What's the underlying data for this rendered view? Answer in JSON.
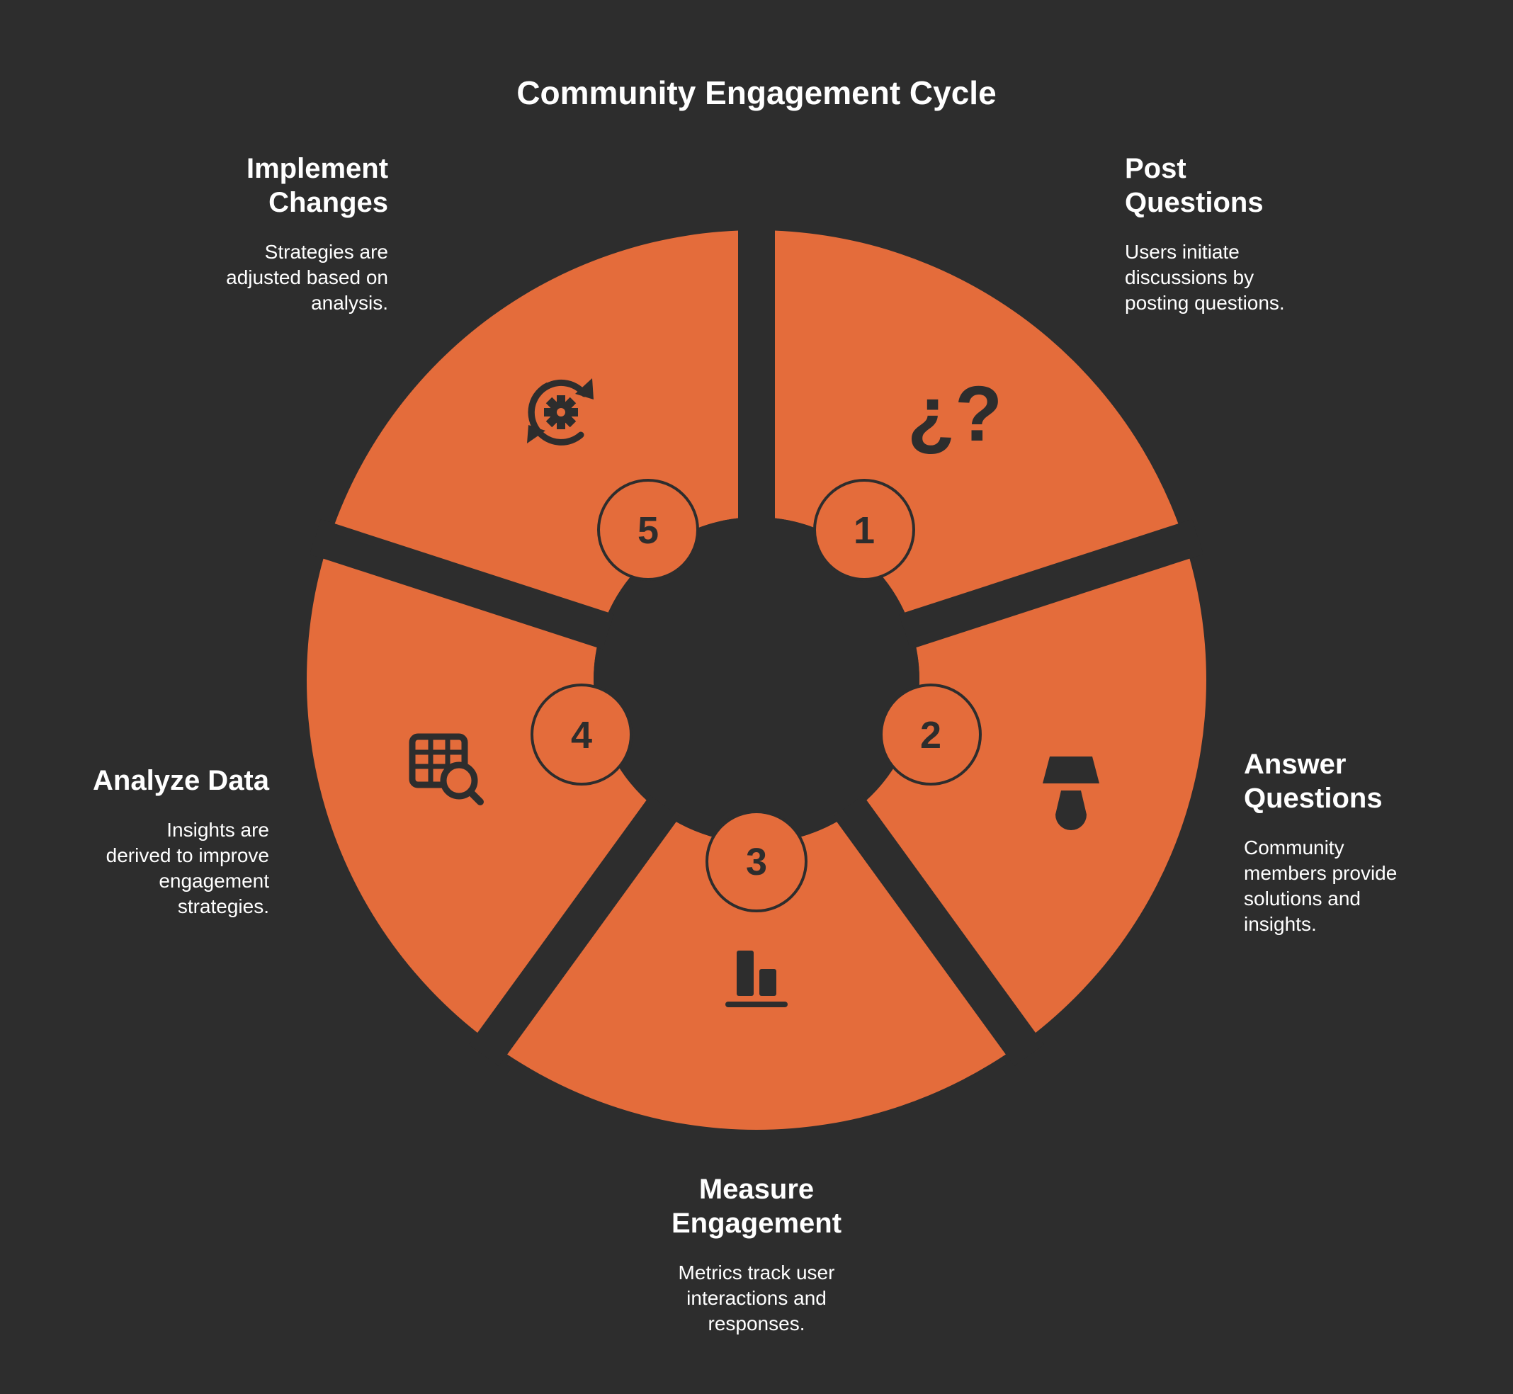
{
  "title": "Community Engagement Cycle",
  "colors": {
    "background": "#2d2d2d",
    "segment": "#e46c3b",
    "ink": "#2d2d2d",
    "text": "#ffffff"
  },
  "steps": [
    {
      "number": "1",
      "title": "Post Questions",
      "description": "Users initiate discussions by posting questions.",
      "icon": "question-marks-icon"
    },
    {
      "number": "2",
      "title": "Answer Questions",
      "description": "Community members provide solutions and insights.",
      "icon": "lamp-icon"
    },
    {
      "number": "3",
      "title": "Measure Engagement",
      "description": "Metrics track user interactions and responses.",
      "icon": "bar-chart-icon"
    },
    {
      "number": "4",
      "title": "Analyze Data",
      "description": "Insights are derived to improve engagement strategies.",
      "icon": "table-search-icon"
    },
    {
      "number": "5",
      "title": "Implement Changes",
      "description": "Strategies are adjusted based on analysis.",
      "icon": "gear-cycle-icon"
    }
  ]
}
